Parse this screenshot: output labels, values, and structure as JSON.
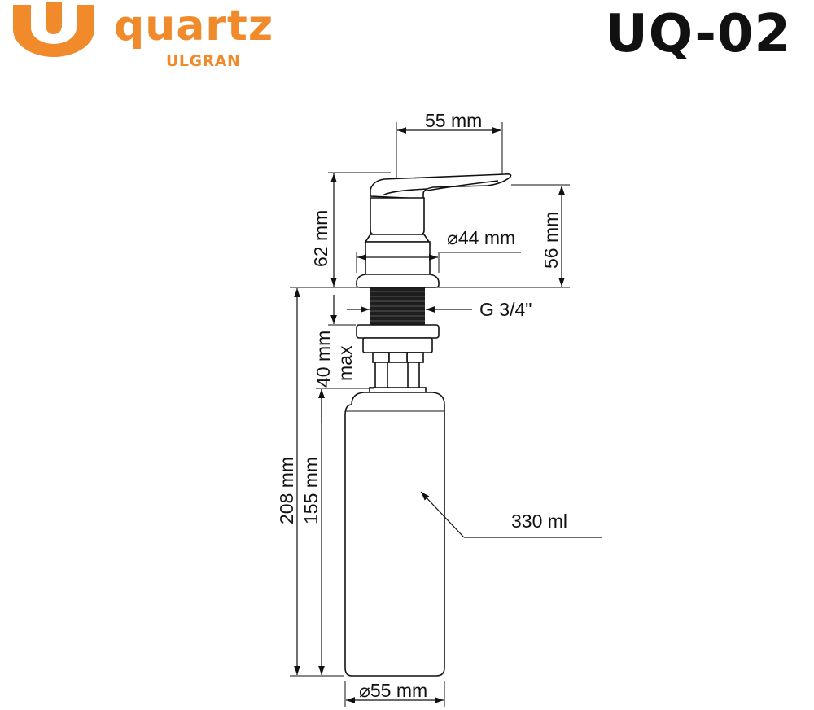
{
  "brand": {
    "name": "quartz",
    "sub": "ULGRAN",
    "color": "#f08a2b"
  },
  "model": "UQ-02",
  "dimensions": {
    "spout_length": "55 mm",
    "total_height": "62 mm",
    "body_height": "56 mm",
    "base_diameter": "⌀44 mm",
    "thread": "G 3/4\"",
    "max_thickness": "40 mm",
    "max_label": "max",
    "hose_length": "208 mm",
    "bottle_height": "155 mm",
    "bottle_diameter": "⌀55 mm",
    "volume": "330 ml"
  },
  "colors": {
    "line": "#111111",
    "thread": "#1a1a1a"
  }
}
